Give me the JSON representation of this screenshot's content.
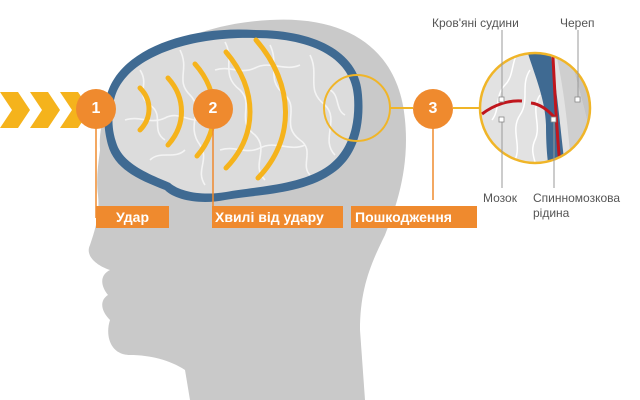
{
  "diagram": {
    "steps": [
      {
        "number": "1",
        "label": "Удар"
      },
      {
        "number": "2",
        "label": "Хвилі від удару"
      },
      {
        "number": "3",
        "label": "Пошкодження"
      }
    ],
    "detail_labels": {
      "blood_vessels": "Кров'яні судини",
      "skull": "Череп",
      "brain": "Мозок",
      "csf_line1": "Спинномозкова",
      "csf_line2": "рідина"
    },
    "colors": {
      "orange": "#ef8a2e",
      "yellow": "#f5b31c",
      "head_gray": "#c8c8c8",
      "brain_gray": "#dedede",
      "fluid_blue": "#3f6a92",
      "vessel_red": "#c0161d"
    }
  }
}
